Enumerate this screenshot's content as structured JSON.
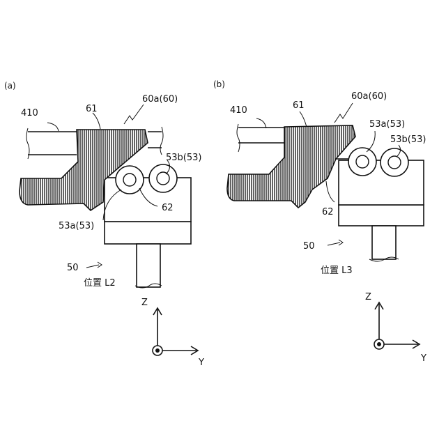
{
  "panel_a": {
    "tag": "(a)",
    "labels": {
      "ref410": "410",
      "ref61": "61",
      "ref60a": "60a(60)",
      "ref53b": "53b(53)",
      "ref62": "62",
      "ref53a": "53a(53)",
      "ref50": "50",
      "position": "位置 L2"
    },
    "axes": {
      "z": "Z",
      "y": "Y"
    }
  },
  "panel_b": {
    "tag": "(b)",
    "labels": {
      "ref410": "410",
      "ref61": "61",
      "ref60a": "60a(60)",
      "ref53a": "53a(53)",
      "ref53b": "53b(53)",
      "ref62": "62",
      "ref50": "50",
      "position": "位置 L3"
    },
    "axes": {
      "z": "Z",
      "y": "Y"
    }
  }
}
